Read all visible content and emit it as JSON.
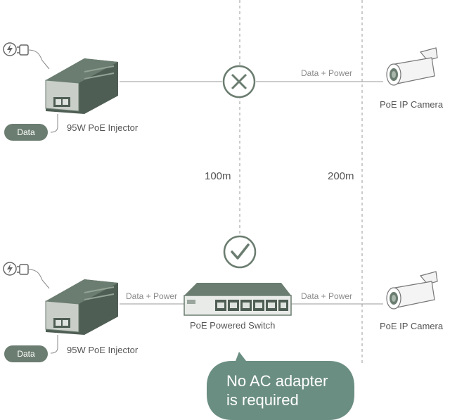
{
  "top": {
    "injector_label": "95W PoE Injector",
    "data_pill": "Data",
    "link_label": "Data + Power",
    "camera_label": "PoE IP Camera"
  },
  "distances": {
    "d1": "100m",
    "d2": "200m"
  },
  "bottom": {
    "injector_label": "95W PoE Injector",
    "data_pill": "Data",
    "link_label_left": "Data + Power",
    "link_label_right": "Data + Power",
    "switch_label": "PoE Powered Switch",
    "camera_label": "PoE IP Camera"
  },
  "callout": {
    "line1": "No AC adapter",
    "line2": "is required"
  },
  "colors": {
    "device": "#6b7d70",
    "device_dark": "#4f5e54",
    "line": "#9a9a9a",
    "bubble": "#6b8e82"
  },
  "icons": [
    "power-plug-icon",
    "cross-icon",
    "check-icon",
    "camera-icon",
    "switch-icon",
    "injector-icon"
  ]
}
